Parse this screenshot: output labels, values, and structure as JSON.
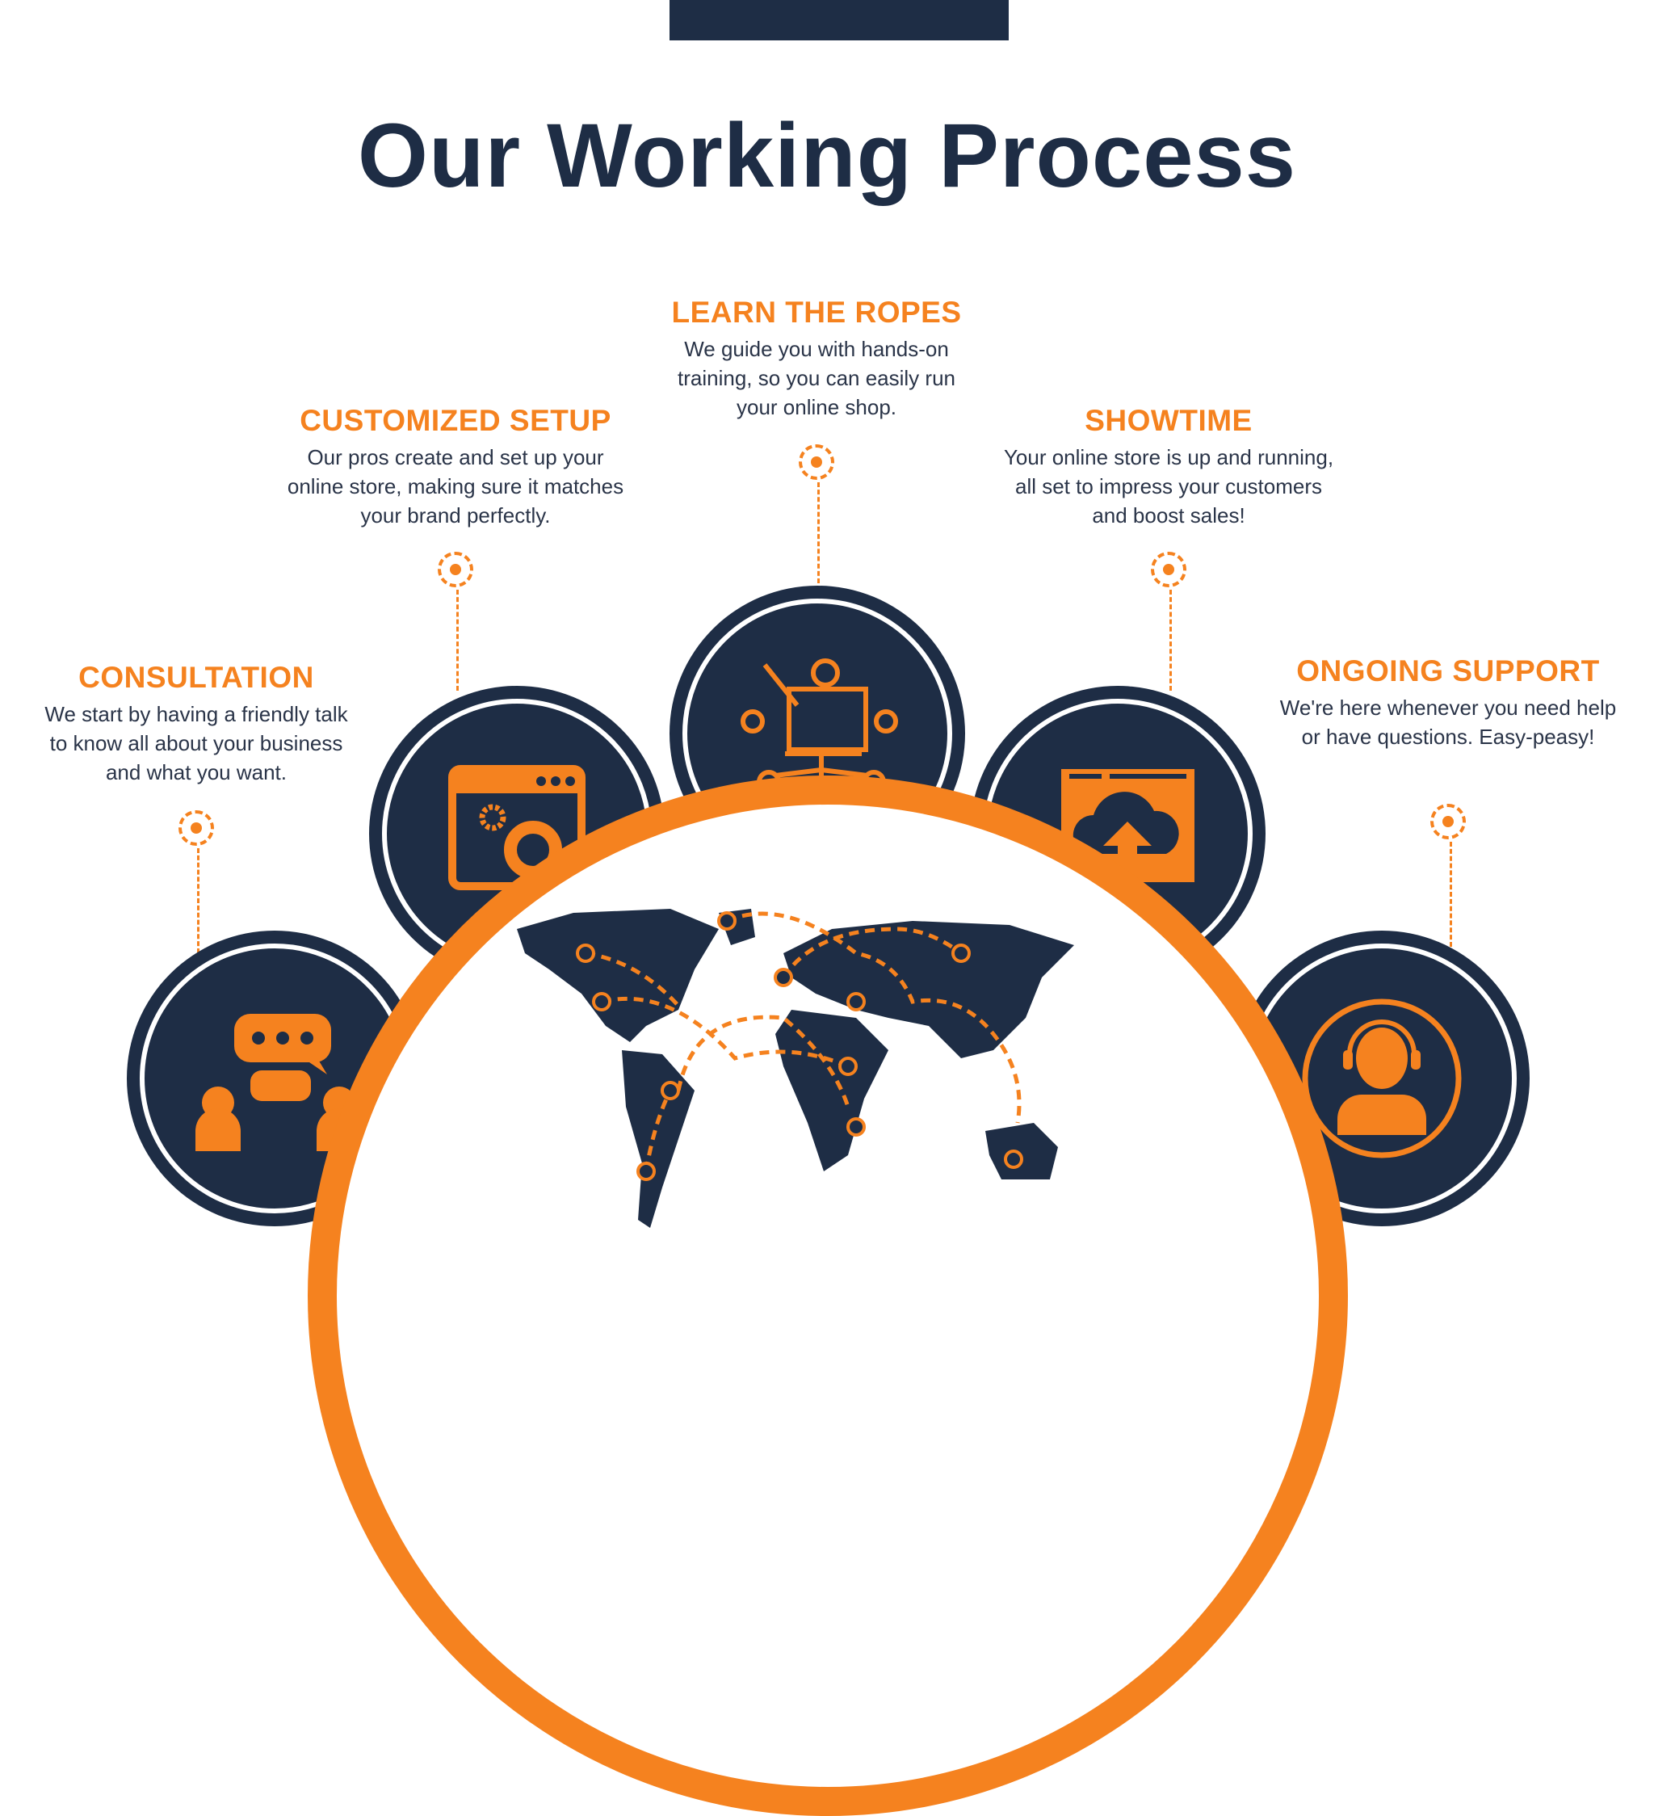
{
  "title": "Our Working Process",
  "colors": {
    "navy": "#1e2d45",
    "orange": "#f5821f"
  },
  "steps": [
    {
      "title": "CONSULTATION",
      "text": "We start by having a friendly talk to know all about your business and what you want.",
      "icon": "chat-people-icon"
    },
    {
      "title": "CUSTOMIZED SETUP",
      "text": "Our pros create and set up your online store, making sure it matches your brand perfectly.",
      "icon": "browser-gears-icon"
    },
    {
      "title": "LEARN THE ROPES",
      "text": "We guide you with hands-on training, so you can easily run your online shop.",
      "icon": "trainer-network-icon"
    },
    {
      "title": "SHOWTIME",
      "text": "Your online store is up and running, all set to impress your customers and boost sales!",
      "icon": "cloud-upload-icon"
    },
    {
      "title": "ONGOING SUPPORT",
      "text": "We're here whenever you need help or have questions. Easy-peasy!",
      "icon": "headset-agent-icon"
    }
  ]
}
